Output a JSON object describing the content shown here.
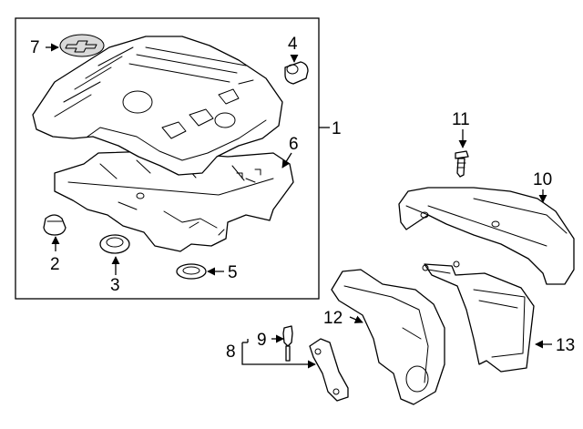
{
  "callouts": {
    "c1": "1",
    "c2": "2",
    "c3": "3",
    "c4": "4",
    "c5": "5",
    "c6": "6",
    "c7": "7",
    "c8": "8",
    "c9": "9",
    "c10": "10",
    "c11": "11",
    "c12": "12",
    "c13": "13"
  },
  "colors": {
    "line": "#000000",
    "background": "#ffffff",
    "shade": "#d9d9d9"
  }
}
